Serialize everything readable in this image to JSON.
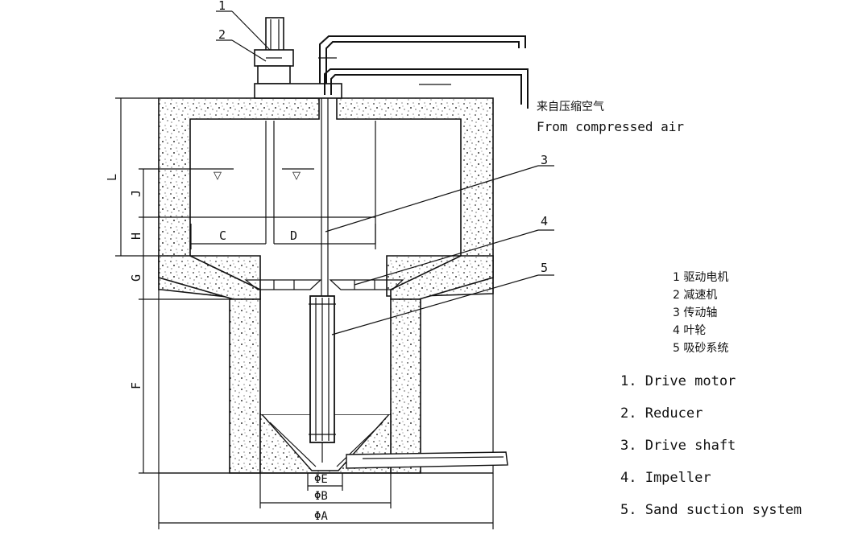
{
  "callouts": [
    "1",
    "2",
    "3",
    "4",
    "5"
  ],
  "air_label_cn": "来自压缩空气",
  "air_label_en": "From compressed air",
  "dimensions": {
    "L": "L",
    "J": "J",
    "H": "H",
    "G": "G",
    "F": "F",
    "C": "C",
    "D": "D",
    "phiE": "ΦE",
    "phiB": "ΦB",
    "phiA": "ΦA"
  },
  "legend_cn": [
    "1 驱动电机",
    "2 减速机",
    "3 传动轴",
    "4 叶轮",
    "5 吸砂系统"
  ],
  "legend_en": [
    "1. Drive motor",
    "2. Reducer",
    "3. Drive shaft",
    "4. Impeller",
    "5. Sand suction system"
  ],
  "water_level_symbol": "▽"
}
